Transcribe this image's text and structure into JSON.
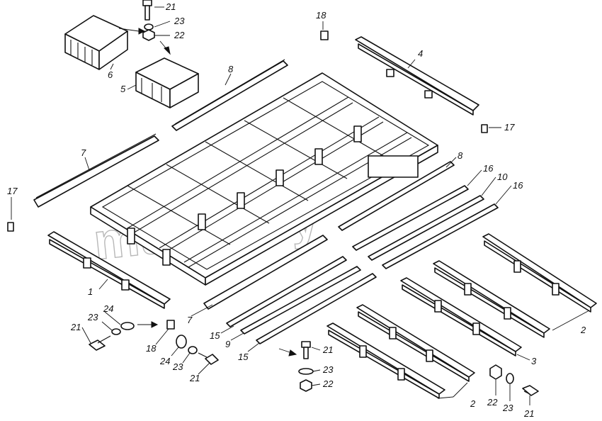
{
  "watermark": "mazik.by",
  "labels": {
    "l1": "1",
    "l2a": "2",
    "l2b": "2",
    "l3": "3",
    "l4": "4",
    "l5": "5",
    "l6": "6",
    "l7a": "7",
    "l7b": "7",
    "l8a": "8",
    "l8b": "8",
    "l9": "9",
    "l10": "10",
    "l15a": "15",
    "l15b": "15",
    "l16a": "16",
    "l16b": "16",
    "l17a": "17",
    "l17b": "17",
    "l18a": "18",
    "l18b": "18",
    "l21a": "21",
    "l21b": "21",
    "l21c": "21",
    "l21d": "21",
    "l21e": "21",
    "l22a": "22",
    "l22b": "22",
    "l22c": "22",
    "l23a": "23",
    "l23b": "23",
    "l23c": "23",
    "l23d": "23",
    "l23e": "23",
    "l24a": "24",
    "l24b": "24"
  }
}
